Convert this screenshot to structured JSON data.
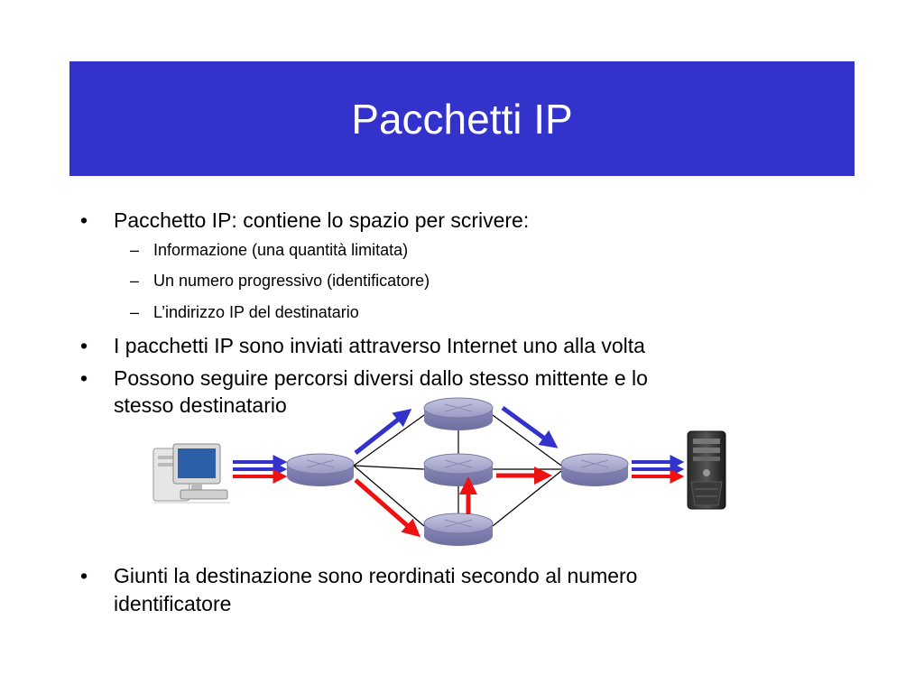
{
  "slide": {
    "title": "Pacchetti IP",
    "bullet_marker": "•",
    "dash_marker": "–",
    "bullets": [
      "Pacchetto IP: contiene lo spazio per scrivere:",
      "I pacchetti IP sono inviati attraverso Internet uno alla volta",
      "Possono seguire percorsi diversi dallo stesso mittente e lo",
      "stesso destinatario",
      "Giunti la destinazione sono reordinati secondo al numero",
      "identificatore"
    ],
    "sub_bullets": [
      "Informazione (una quantità limitata)",
      "Un numero progressivo (identificatore)",
      "L’indirizzo IP del destinatario"
    ]
  },
  "colors": {
    "title_bar": "#3333cc",
    "arrow_blue": "#3333cc",
    "arrow_red": "#ee1111",
    "router": "#9a9ac4"
  },
  "icons": [
    "desktop-computer-icon",
    "router-icon",
    "server-tower-icon"
  ]
}
